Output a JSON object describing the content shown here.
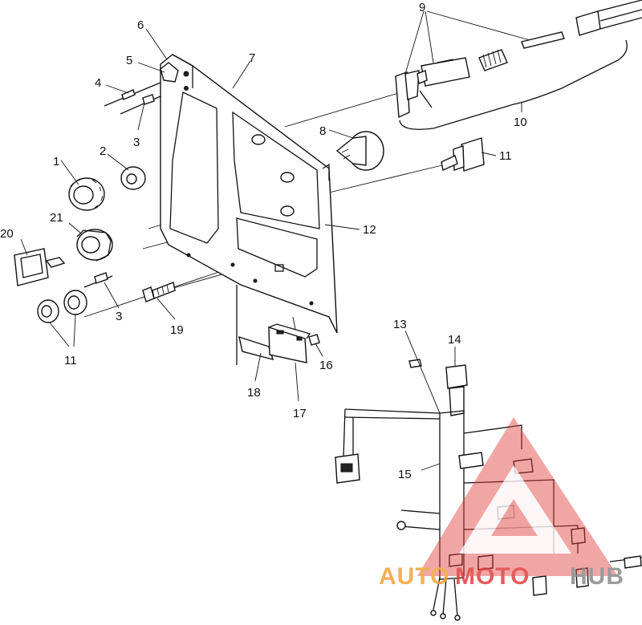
{
  "callouts": {
    "c1": "1",
    "c2": "2",
    "c3a": "3",
    "c3b": "3",
    "c4": "4",
    "c5": "5",
    "c6": "6",
    "c7": "7",
    "c8": "8",
    "c9": "9",
    "c10": "10",
    "c11a": "11",
    "c11b": "11",
    "c12": "12",
    "c13": "13",
    "c14": "14",
    "c15": "15",
    "c16": "16",
    "c17": "17",
    "c18": "18",
    "c19": "19",
    "c20": "20",
    "c21": "21"
  },
  "watermark": {
    "part1": "AUTO",
    "part2": "MOTO",
    "part3": "HUB",
    "color_orange": "#f2a23a",
    "color_red": "#e04040",
    "color_gray": "#8a8a8a"
  }
}
